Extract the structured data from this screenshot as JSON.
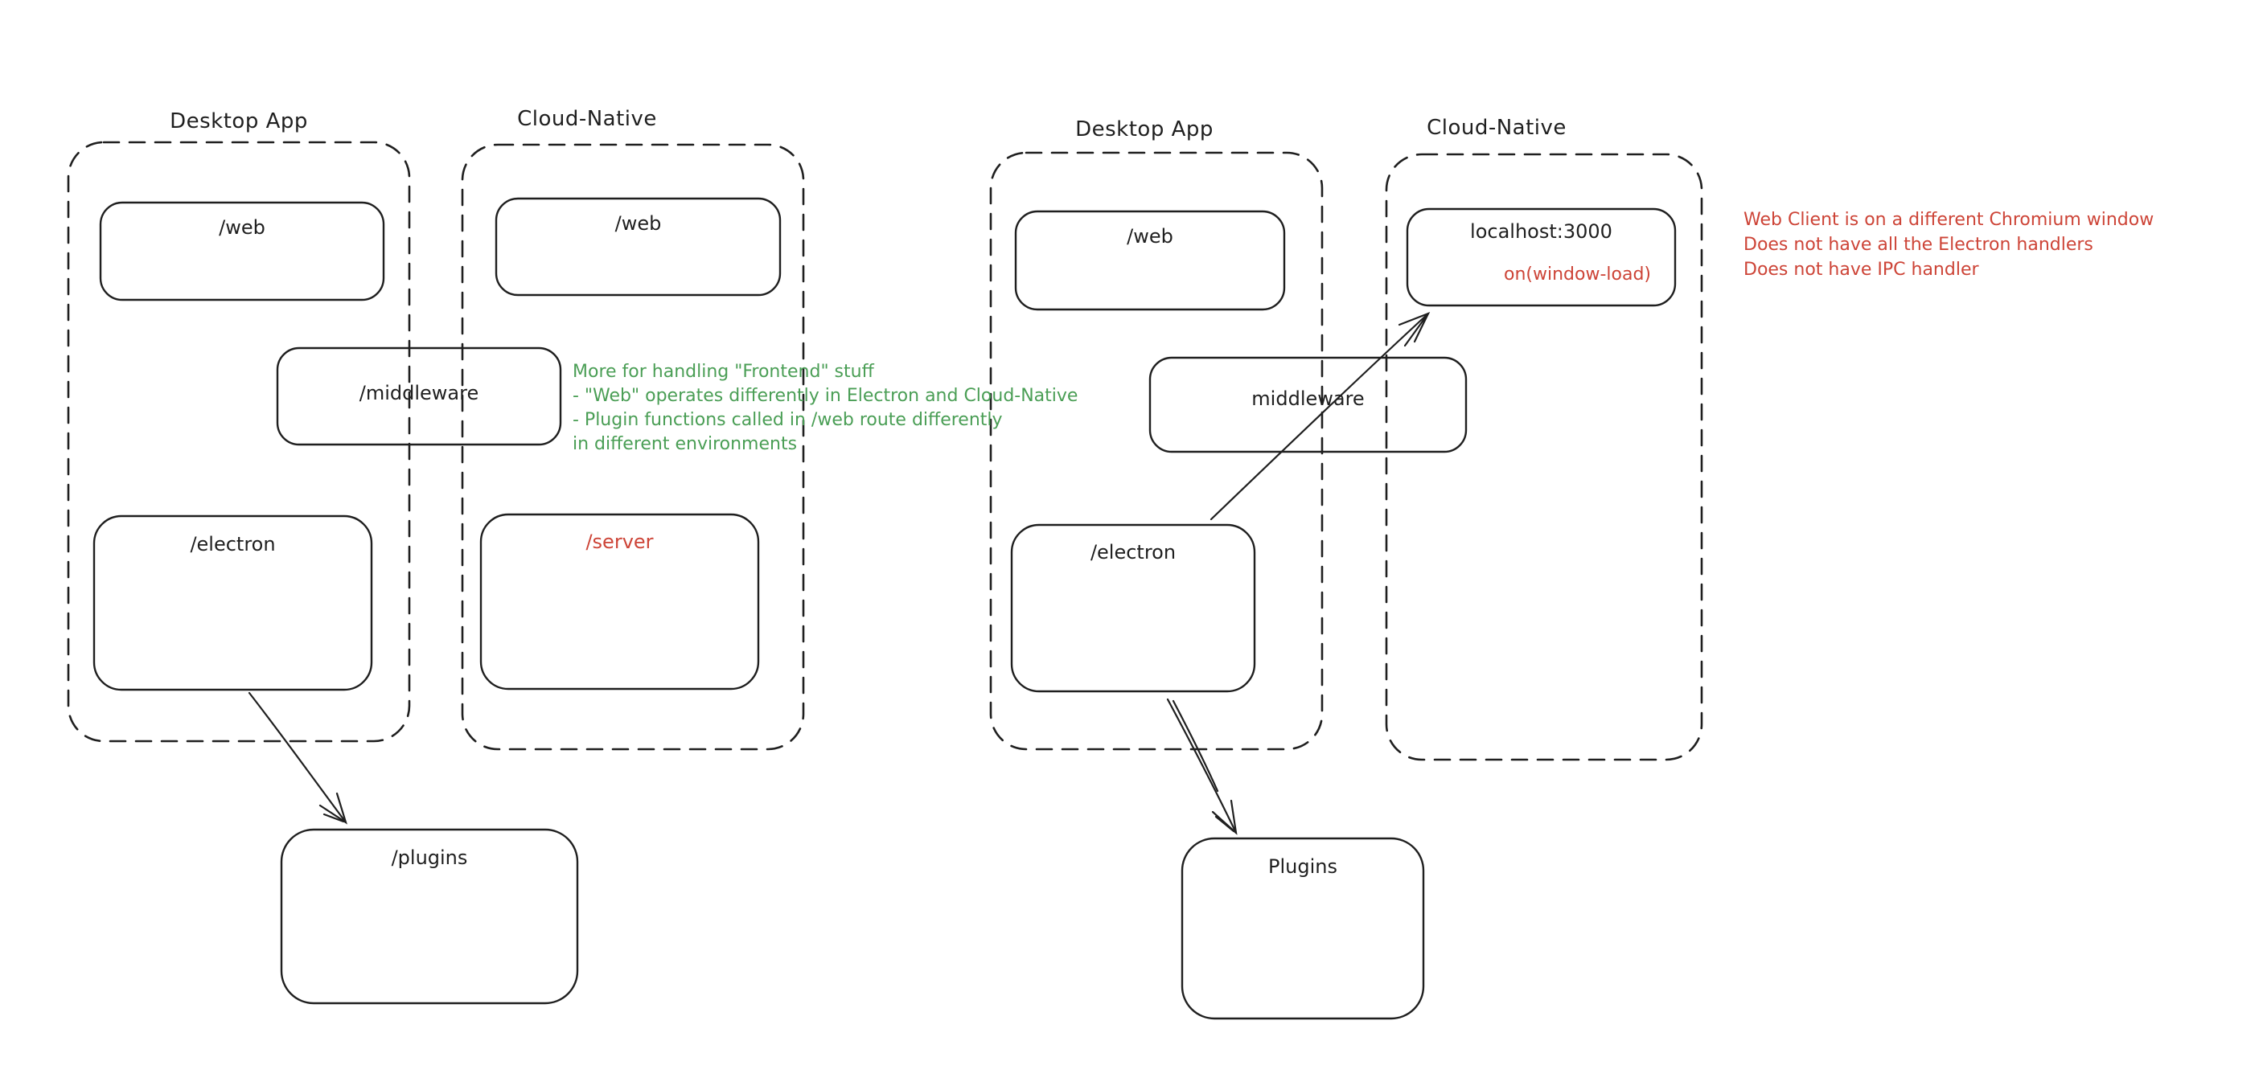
{
  "colors": {
    "background": "#ffffff",
    "ink": "#1f1f1f",
    "red": "#cd4437",
    "green": "#4a9e55"
  },
  "left": {
    "desktop": {
      "title": "Desktop App",
      "web": "/web",
      "electron": "/electron"
    },
    "cloud": {
      "title": "Cloud-Native",
      "web": "/web",
      "server": "/server"
    },
    "middleware": "/middleware",
    "plugins": "/plugins",
    "note": [
      "More for handling \"Frontend\" stuff",
      "- \"Web\" operates differently in Electron and Cloud-Native",
      "- Plugin functions called in /web route differently",
      "in different environments"
    ]
  },
  "right": {
    "desktop": {
      "title": "Desktop App",
      "web": "/web",
      "electron": "/electron"
    },
    "cloud": {
      "title": "Cloud-Native",
      "localhost": "localhost:3000",
      "window_load": "on(window-load)"
    },
    "middleware": "middleware",
    "plugins": "Plugins",
    "note": [
      "Web Client is on a different Chromium window",
      "Does not have all the Electron handlers",
      "Does not have IPC handler"
    ]
  }
}
